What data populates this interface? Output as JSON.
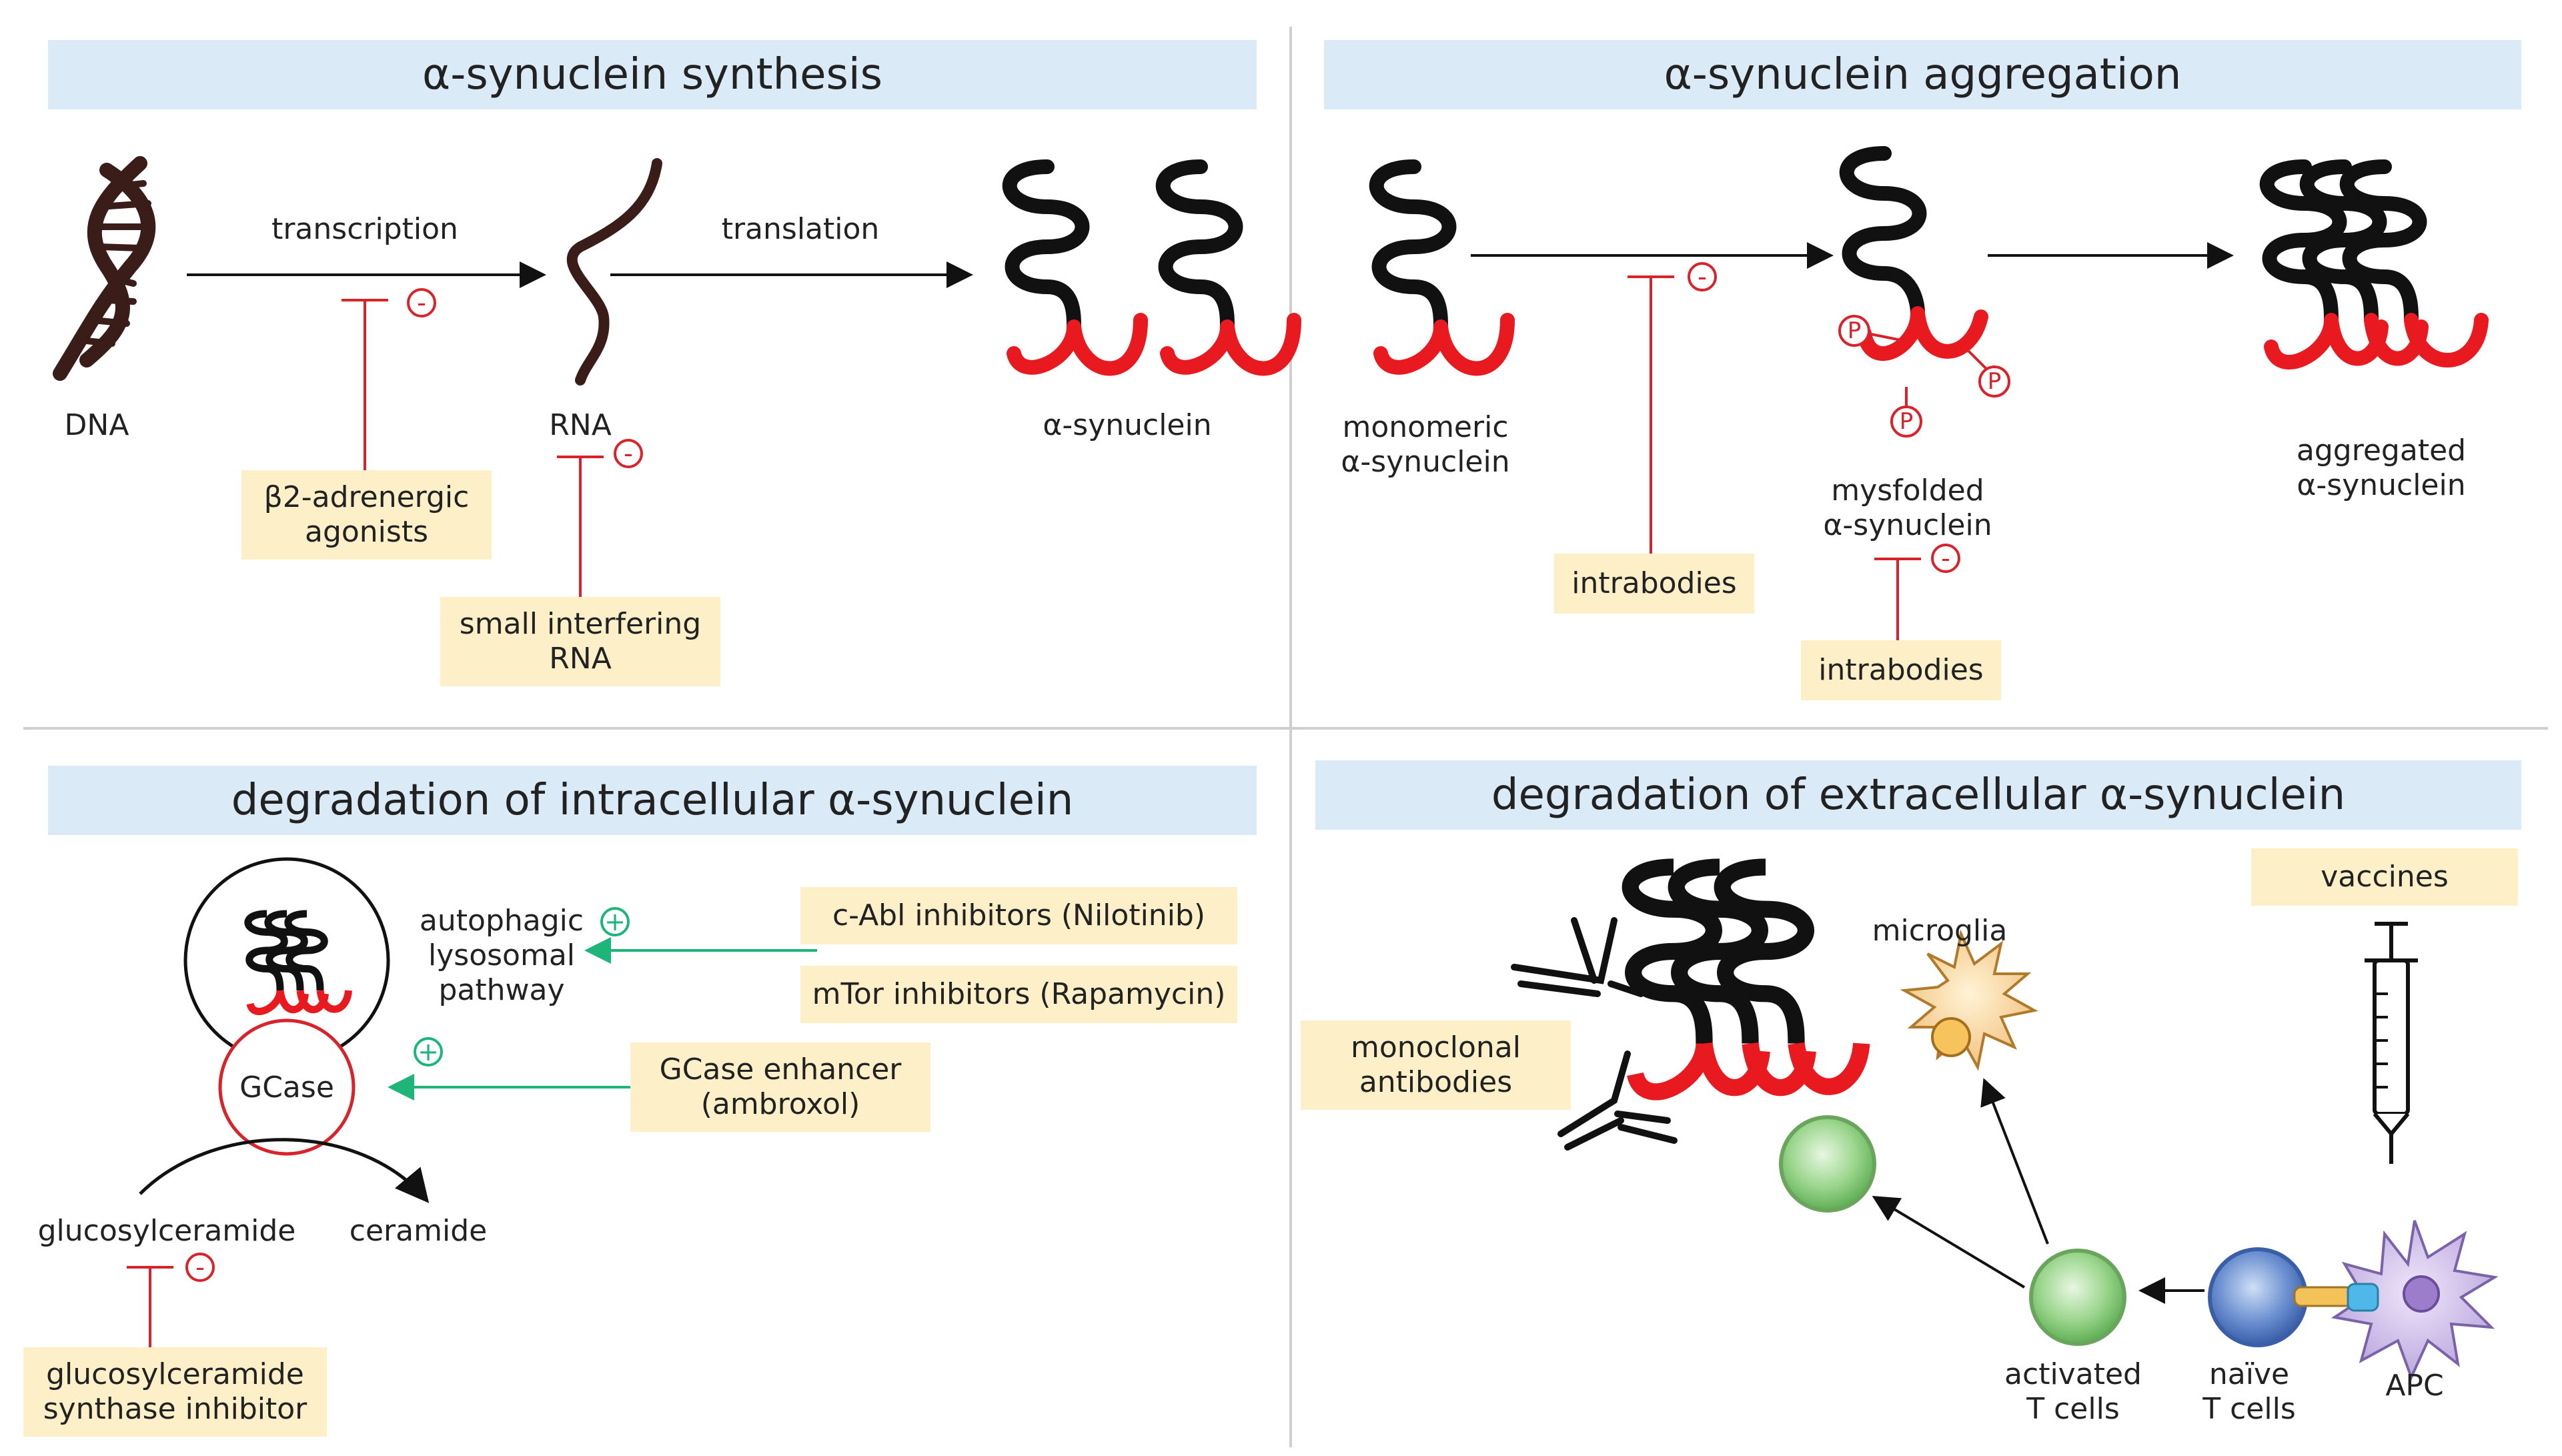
{
  "panels": {
    "synthesis": {
      "title": "α-synuclein synthesis",
      "labels": {
        "dna": "DNA",
        "transcription": "transcription",
        "rna": "RNA",
        "translation": "translation",
        "alpha_synuclein": "α-synuclein"
      },
      "inhibitors": {
        "b2_line1": "β2-adrenergic",
        "b2_line2": "agonists",
        "sirna_line1": "small interfering",
        "sirna_line2": "RNA"
      }
    },
    "aggregation": {
      "title": "α-synuclein aggregation",
      "labels": {
        "monomeric_line1": "monomeric",
        "monomeric_line2": "α-synuclein",
        "misfolded_line1": "mysfolded",
        "misfolded_line2": "α-synuclein",
        "aggregated_line1": "aggregated",
        "aggregated_line2": "α-synuclein",
        "phospho": "P"
      },
      "inhibitors": {
        "intrabodies_1": "intrabodies",
        "intrabodies_2": "intrabodies"
      }
    },
    "intracellular": {
      "title": "degradation of intracellular α-synuclein",
      "labels": {
        "autophagic_line1": "autophagic",
        "autophagic_line2": "lysosomal",
        "autophagic_line3": "pathway",
        "gcase": "GCase",
        "glucosylceramide": "glucosylceramide",
        "ceramide": "ceramide"
      },
      "boxes": {
        "cabl": "c-Abl inhibitors (Nilotinib)",
        "mtor": "mTor inhibitors (Rapamycin)",
        "gcase_enh_line1": "GCase enhancer",
        "gcase_enh_line2": "(ambroxol)",
        "gcs_line1": "glucosylceramide",
        "gcs_line2": "synthase inhibitor"
      }
    },
    "extracellular": {
      "title": "degradation of extracellular α-synuclein",
      "labels": {
        "microglia": "microglia",
        "activated_line1": "activated",
        "activated_line2": "T cells",
        "naive_line1": "naïve",
        "naive_line2": "T cells",
        "apc": "APC"
      },
      "boxes": {
        "vaccines": "vaccines",
        "mab_line1": "monoclonal",
        "mab_line2": "antibodies"
      }
    }
  },
  "signs": {
    "minus": "-",
    "plus": "+"
  },
  "colors": {
    "title_bg": "#daeaf7",
    "box_bg": "#fdefc7",
    "inhibition": "#d8232a",
    "activation": "#1db57a",
    "protein_black": "#111111",
    "protein_red": "#e8191f",
    "dna": "#3a1d18"
  }
}
